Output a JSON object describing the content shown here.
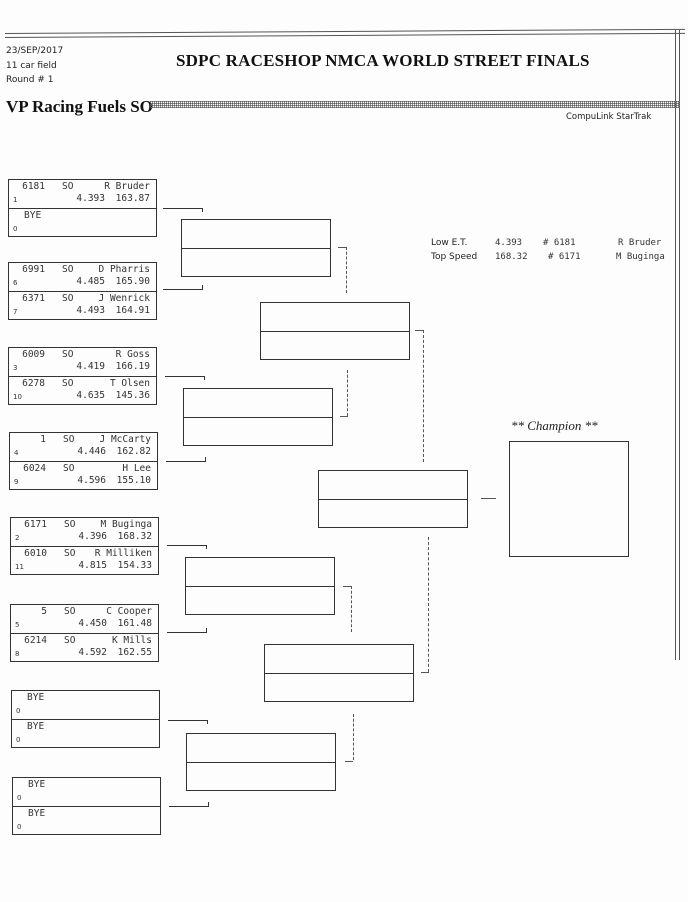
{
  "header": {
    "date": "23/SEP/2017",
    "field": "11 car field",
    "round": "Round # 1",
    "event_title": "SDPC RACESHOP NMCA WORLD STREET FINALS",
    "class_title": "VP Racing Fuels SO",
    "system": "CompuLink StarTrak"
  },
  "stats": {
    "low_et": {
      "label": "Low  E.T.",
      "value": "4.393",
      "car": "# 6181",
      "driver": "R Bruder"
    },
    "top_speed": {
      "label": "Top Speed",
      "value": "168.32",
      "car": "# 6171",
      "driver": "M Buginga"
    }
  },
  "champion_label": "** Champion **",
  "round1": [
    {
      "lanes": [
        {
          "car": "6181",
          "class": "SO",
          "driver": "R Bruder",
          "seed": "1",
          "et": "4.393",
          "speed": "163.87"
        },
        {
          "bye": "BYE",
          "seed": "0"
        }
      ]
    },
    {
      "lanes": [
        {
          "car": "6991",
          "class": "SO",
          "driver": "D Pharris",
          "seed": "6",
          "et": "4.485",
          "speed": "165.90"
        },
        {
          "car": "6371",
          "class": "SO",
          "driver": "J Wenrick",
          "seed": "7",
          "et": "4.493",
          "speed": "164.91"
        }
      ]
    },
    {
      "lanes": [
        {
          "car": "6009",
          "class": "SO",
          "driver": "R Goss",
          "seed": "3",
          "et": "4.419",
          "speed": "166.19"
        },
        {
          "car": "6278",
          "class": "SO",
          "driver": "T Olsen",
          "seed": "10",
          "et": "4.635",
          "speed": "145.36"
        }
      ]
    },
    {
      "lanes": [
        {
          "car": "1",
          "class": "SO",
          "driver": "J McCarty",
          "seed": "4",
          "et": "4.446",
          "speed": "162.82"
        },
        {
          "car": "6024",
          "class": "SO",
          "driver": "H Lee",
          "seed": "9",
          "et": "4.596",
          "speed": "155.10"
        }
      ]
    },
    {
      "lanes": [
        {
          "car": "6171",
          "class": "SO",
          "driver": "M Buginga",
          "seed": "2",
          "et": "4.396",
          "speed": "168.32"
        },
        {
          "car": "6010",
          "class": "SO",
          "driver": "R Milliken",
          "seed": "11",
          "et": "4.815",
          "speed": "154.33"
        }
      ]
    },
    {
      "lanes": [
        {
          "car": "5",
          "class": "SO",
          "driver": "C Cooper",
          "seed": "5",
          "et": "4.450",
          "speed": "161.48"
        },
        {
          "car": "6214",
          "class": "SO",
          "driver": "K Mills",
          "seed": "8",
          "et": "4.592",
          "speed": "162.55"
        }
      ]
    },
    {
      "lanes": [
        {
          "bye": "BYE",
          "seed": "0"
        },
        {
          "bye": "BYE",
          "seed": "0"
        }
      ]
    },
    {
      "lanes": [
        {
          "bye": "BYE",
          "seed": "0"
        },
        {
          "bye": "BYE",
          "seed": "0"
        }
      ]
    }
  ]
}
